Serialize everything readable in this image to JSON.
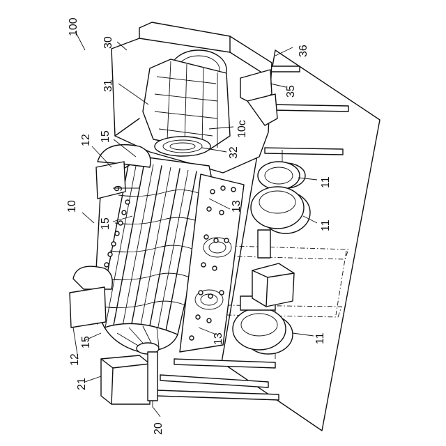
{
  "figure": {
    "labels": {
      "ref_100": "100",
      "ref_30": "30",
      "ref_31": "31",
      "ref_36": "36",
      "ref_35": "35",
      "ref_10c": "10c",
      "ref_32": "32",
      "ref_12_top": "12",
      "ref_15_top": "15",
      "ref_9": "9",
      "ref_10": "10",
      "ref_15_mid": "15",
      "ref_13_top": "13",
      "ref_11_a": "11",
      "ref_11_b": "11",
      "ref_11_c": "11",
      "ref_13_bottom": "13",
      "ref_15_bottom": "15",
      "ref_12_bottom": "12",
      "ref_21": "21",
      "ref_20": "20"
    }
  }
}
